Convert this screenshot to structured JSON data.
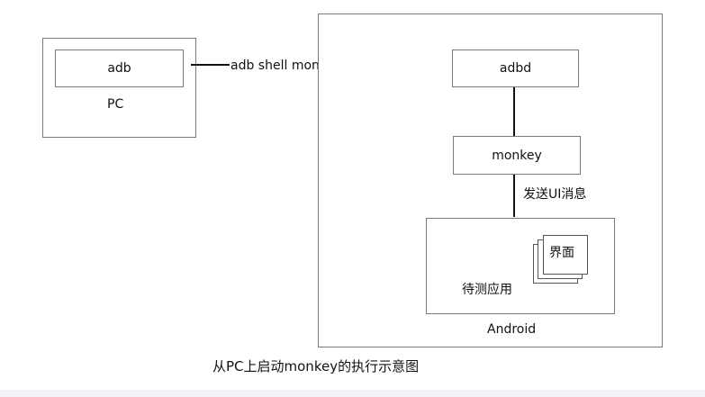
{
  "diagram": {
    "pc": {
      "adb_label": "adb",
      "label": "PC"
    },
    "connection": {
      "command_label": "adb shell monkey"
    },
    "device": {
      "adbd_label": "adbd",
      "monkey_label": "monkey",
      "send_label": "发送UI消息",
      "android_label": "Android",
      "app": {
        "label": "待测应用",
        "screen_label": "界面"
      }
    },
    "caption": "从PC上启动monkey的执行示意图"
  }
}
